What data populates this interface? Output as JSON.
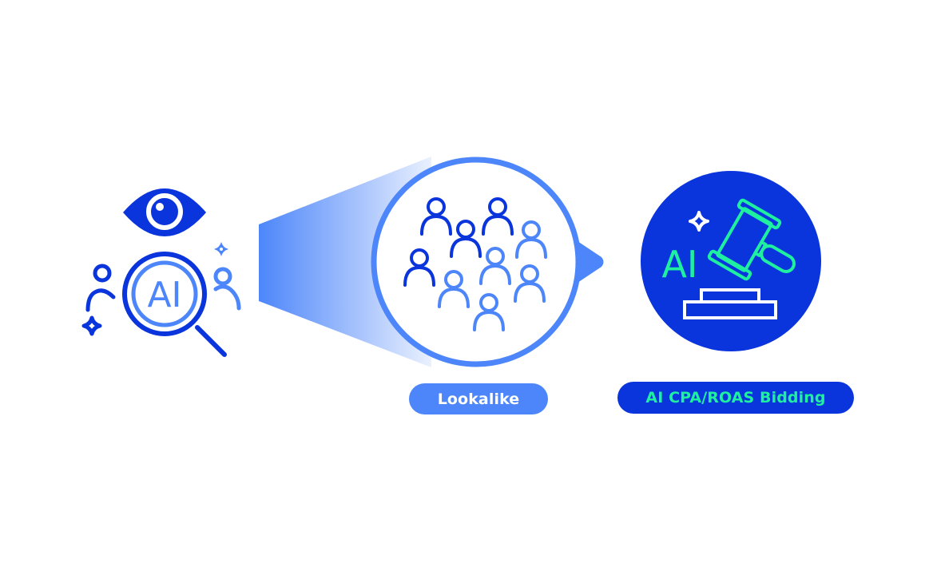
{
  "diagram": {
    "stages": [
      {
        "id": "ai-audience-analysis",
        "icon": "ai-magnifier-eye-icon",
        "label": ""
      },
      {
        "id": "lookalike",
        "icon": "people-group-icon",
        "label": "Lookalike"
      },
      {
        "id": "bidding",
        "icon": "gavel-icon",
        "label": "AI CPA/ROAS Bidding"
      }
    ],
    "icon_text": {
      "magnifier": "AI",
      "gavel": "AI"
    },
    "flow": "left-to-right",
    "colors": {
      "dark_blue": "#0A35DC",
      "light_blue": "#4D86FA",
      "mint": "#1EF0A0",
      "white": "#FFFFFF"
    }
  }
}
